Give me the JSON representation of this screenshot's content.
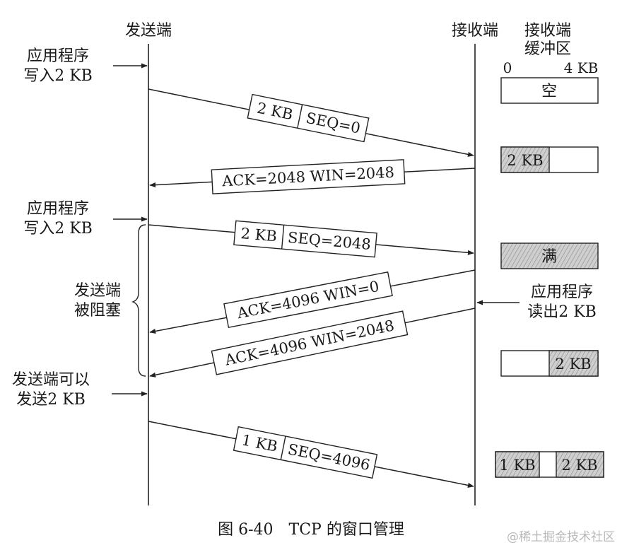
{
  "header": {
    "sender": "发送端",
    "receiver": "接收端",
    "buffer_line1": "接收端",
    "buffer_line2": "缓冲区",
    "scale_min": "0",
    "scale_max": "4 KB"
  },
  "left_notes": {
    "write1_line1": "应用程序",
    "write1_line2": "写入2 KB",
    "write2_line1": "应用程序",
    "write2_line2": "写入2 KB",
    "blocked_line1": "发送端",
    "blocked_line2": "被阻塞",
    "cansend_line1": "发送端可以",
    "cansend_line2": "发送2 KB"
  },
  "right_notes": {
    "read_line1": "应用程序",
    "read_line2": "读出2 KB"
  },
  "messages": [
    {
      "part1": "2 KB",
      "part2": "SEQ=0"
    },
    {
      "part1": "ACK=2048 WIN=2048"
    },
    {
      "part1": "2 KB",
      "part2": "SEQ=2048"
    },
    {
      "part1": "ACK=4096 WIN=0"
    },
    {
      "part1": "ACK=4096 WIN=2048"
    },
    {
      "part1": "1 KB",
      "part2": "SEQ=4096"
    }
  ],
  "buffers": {
    "b1": "空",
    "b2": "2 KB",
    "b3": "满",
    "b4": "2 KB",
    "b5a": "1 KB",
    "b5b": "2 KB"
  },
  "caption": "图 6-40　TCP 的窗口管理",
  "watermark": "@稀土掘金技术社区"
}
